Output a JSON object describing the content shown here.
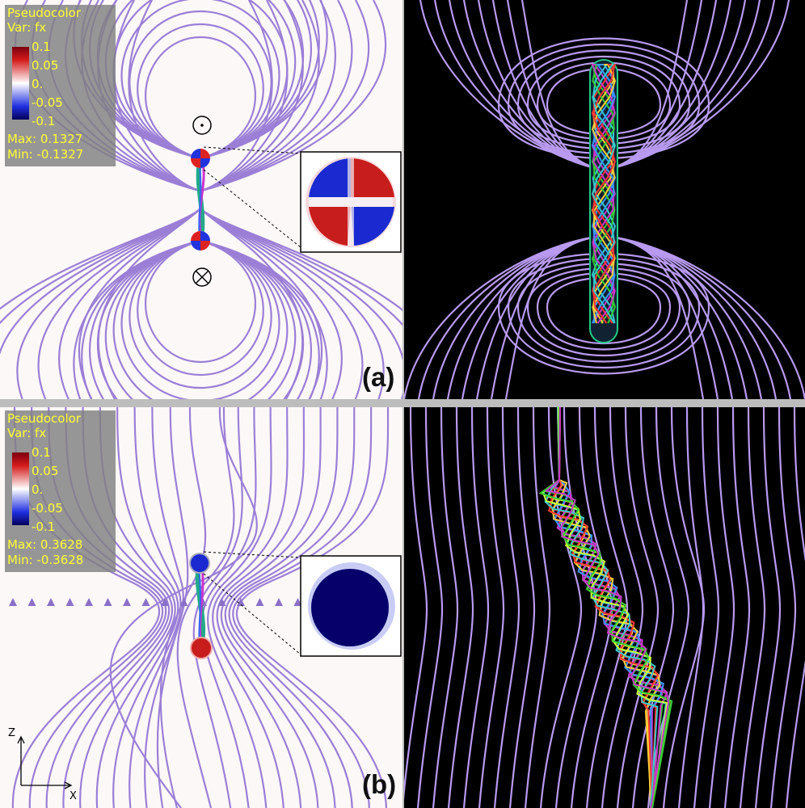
{
  "panel_a": {
    "legend": {
      "title": "Pseudocolor",
      "var": "Var: fx",
      "ticks": [
        "0.1",
        "0.05",
        "0.",
        "-0.05",
        "-0.1"
      ],
      "max": "Max:  0.1327",
      "min": "Min:  -0.1327"
    },
    "label": "(a)",
    "symbols": [
      "⊙",
      "⊗"
    ]
  },
  "panel_b": {
    "legend": {
      "title": "Pseudocolor",
      "var": "Var: fx",
      "ticks": [
        "0.1",
        "0.05",
        "0.",
        "-0.05",
        "-0.1"
      ],
      "max": "Max:  0.3628",
      "min": "Min:  -0.3628"
    },
    "label": "(b)",
    "axes": {
      "z": "Z",
      "x": "X"
    }
  },
  "colors": {
    "field_line": "#9b7fd6",
    "left_bg": "#fdf8f8",
    "right_bg": "#000000",
    "legend_text": "#ffff33",
    "divider": "#bdbdbd"
  }
}
